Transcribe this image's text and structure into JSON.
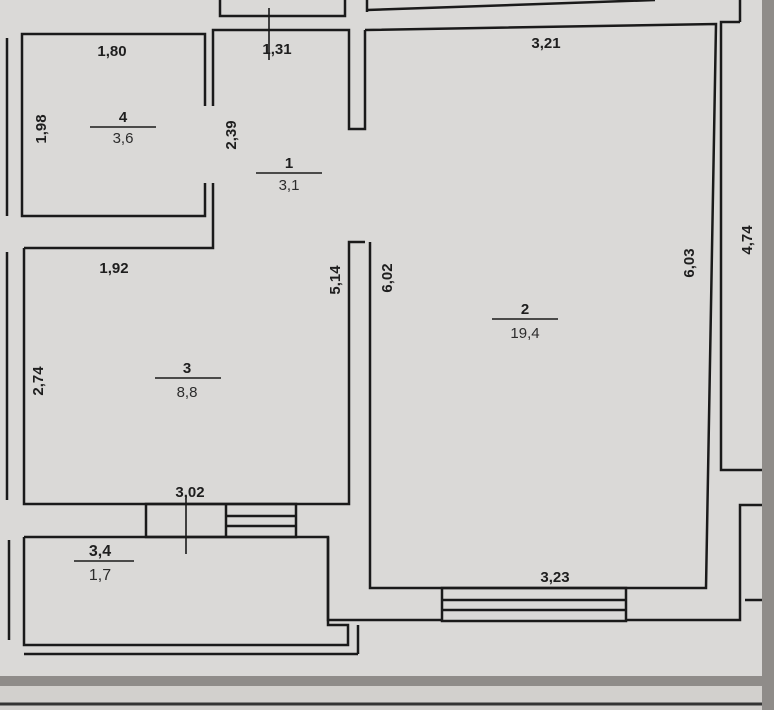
{
  "rooms": [
    {
      "number": "1",
      "area": "3,1"
    },
    {
      "number": "2",
      "area": "19,4"
    },
    {
      "number": "3",
      "area": "8,8"
    },
    {
      "number": "4",
      "area": "3,6"
    },
    {
      "number": "3,4",
      "area": "1,7"
    }
  ],
  "dimensions": {
    "room4_width": "1,80",
    "room4_height": "1,98",
    "hall_top": "1,31",
    "hall_side": "2,39",
    "room3_top": "1,92",
    "room3_left": "2,74",
    "room3_right": "5,14",
    "room3_bottom": "3,02",
    "room2_top": "3,21",
    "room2_left": "6,02",
    "room2_right": "6,03",
    "room2_bottom": "3,23",
    "right_room": "4,74"
  },
  "colors": {
    "paper": "#d9d8d6",
    "wall_line": "#1a1a1a",
    "background": "#8f8c89"
  }
}
